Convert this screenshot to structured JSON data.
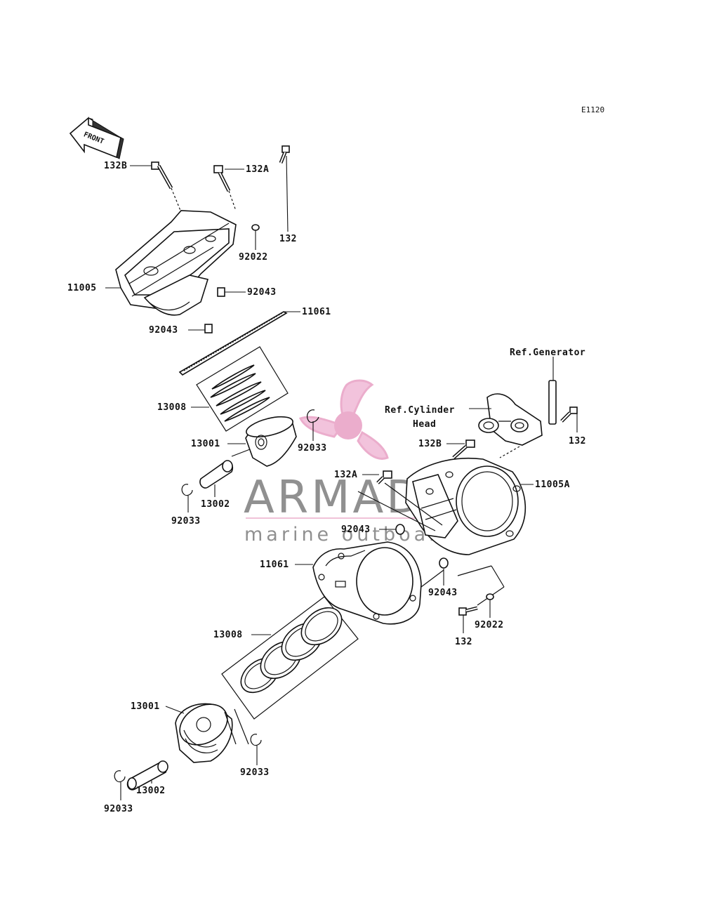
{
  "diagram_code": "E1120",
  "front_arrow_label": "FRONT",
  "watermark": {
    "brand": "ARMADA",
    "subtitle": "marine outboard",
    "colors": {
      "pink": "#e89fc4",
      "text": "#6e6e6e"
    }
  },
  "labels": {
    "bolt_132B_upper": "132B",
    "bolt_132A_upper": "132A",
    "bolt_132_upper": "132",
    "washer_92022_upper": "92022",
    "cylinder_11005": "11005",
    "dowel_92043_upper_a": "92043",
    "gasket_11061_upper": "11061",
    "dowel_92043_upper_b": "92043",
    "rings_13008_upper": "13008",
    "piston_13001_upper": "13001",
    "clip_92033_upper_a": "92033",
    "pin_13002_upper": "13002",
    "clip_92033_upper_b": "92033",
    "ref_generator": "Ref.Generator",
    "ref_cylinder_head_line1": "Ref.Cylinder",
    "ref_cylinder_head_line2": "Head",
    "bolt_132_right": "132",
    "bolt_132B_lower": "132B",
    "bolt_132A_lower": "132A",
    "cylinder_11005A": "11005A",
    "dowel_92043_lower_a": "92043",
    "gasket_11061_lower": "11061",
    "dowel_92043_lower_b": "92043",
    "washer_92022_lower": "92022",
    "bolt_132_lower": "132",
    "rings_13008_lower": "13008",
    "piston_13001_lower": "13001",
    "clip_92033_lower_a": "92033",
    "pin_13002_lower": "13002",
    "clip_92033_lower_b": "92033"
  }
}
